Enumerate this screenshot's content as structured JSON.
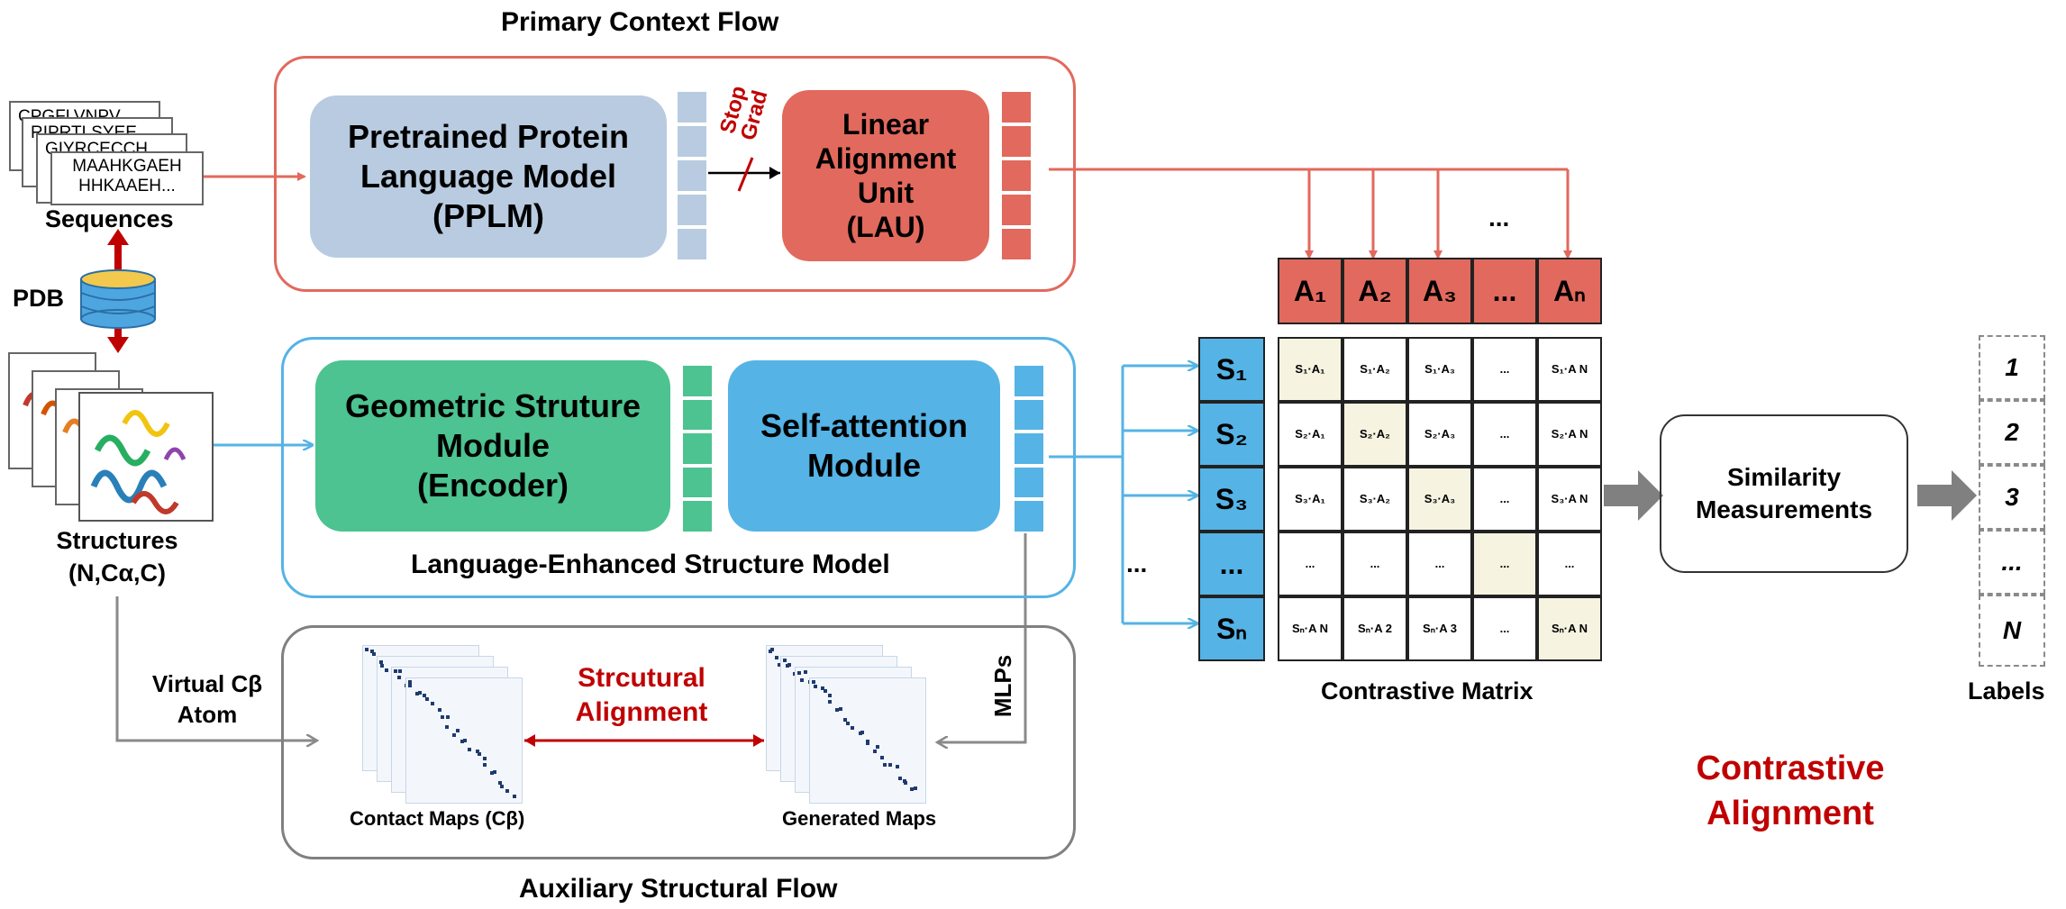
{
  "flows": {
    "primary_title": "Primary Context Flow",
    "structure_model_title": "Language-Enhanced Structure Model",
    "auxiliary_title": "Auxiliary Structural Flow"
  },
  "inputs": {
    "seq_lines": [
      "CPGFLVNPV",
      "RIPRTLSYEE",
      "GIYRCECCH",
      "MAAHKGAEH",
      "HHKAAEH..."
    ],
    "sequences_label": "Sequences",
    "pdb_label": "PDB",
    "structures_label": "Structures",
    "structures_atoms": "(N,Cα,C)"
  },
  "modules": {
    "pplm": [
      "Pretrained Protein",
      "Language Model",
      "(PPLM)"
    ],
    "lau": [
      "Linear",
      "Alignment",
      "Unit",
      "(LAU)"
    ],
    "stop_grad": [
      "Stop",
      "Grad"
    ],
    "gsm": [
      "Geometric Struture",
      "Module",
      "(Encoder)"
    ],
    "sam": [
      "Self-attention",
      "Module"
    ]
  },
  "auxiliary": {
    "virtual_cb": [
      "Virtual Cβ",
      "Atom"
    ],
    "alignment": [
      "Strcutural",
      "Alignment"
    ],
    "contact_maps": "Contact Maps (Cβ)",
    "generated_maps": "Generated Maps",
    "mlps": "MLPs"
  },
  "matrix": {
    "a_headers": [
      "A₁",
      "A₂",
      "A₃",
      "...",
      "Aₙ"
    ],
    "s_headers": [
      "S₁",
      "S₂",
      "S₃",
      "...",
      "Sₙ"
    ],
    "rows": [
      [
        "S₁·A₁",
        "S₁·A₂",
        "S₁·A₃",
        "...",
        "S₁·A N"
      ],
      [
        "S₂·A₁",
        "S₂·A₂",
        "S₂·A₃",
        "...",
        "S₂·A N"
      ],
      [
        "S₃·A₁",
        "S₃·A₂",
        "S₃·A₃",
        "...",
        "S₃·A N"
      ],
      [
        "...",
        "...",
        "...",
        "...",
        "..."
      ],
      [
        "Sₙ·A N",
        "Sₙ·A 2",
        "Sₙ·A 3",
        "...",
        "Sₙ·A N"
      ]
    ],
    "top_ellipsis": "...",
    "left_ellipsis": "...",
    "label": "Contrastive Matrix"
  },
  "similarity": [
    "Similarity",
    "Measurements"
  ],
  "labels": {
    "items": [
      "1",
      "2",
      "3",
      "...",
      "N"
    ],
    "title": "Labels"
  },
  "contrastive_alignment": [
    "Contrastive",
    "Alignment"
  ],
  "colors": {
    "red_accent": "#c00000",
    "lau": "#e2695d",
    "pplm": "#b8cbe0",
    "gsm": "#4cc390",
    "sam": "#55b3e6",
    "panel_red": "#e2695d",
    "panel_blue": "#55b3e6",
    "panel_gray": "#808080"
  }
}
